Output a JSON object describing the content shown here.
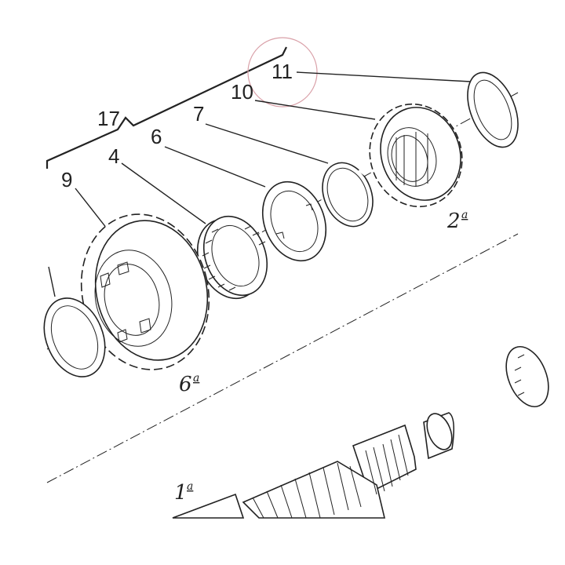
{
  "callouts": {
    "c11": "11",
    "c10": "10",
    "c17": "17",
    "c7": "7",
    "c6": "6",
    "c4": "4",
    "c9": "9"
  },
  "gears": {
    "g2": {
      "num": "2",
      "sup": "a"
    },
    "g6": {
      "num": "6",
      "sup": "a"
    },
    "g1": {
      "num": "1",
      "sup": "a"
    }
  },
  "colors": {
    "ink": "#222222",
    "highlight_circle": "#d9a0a8"
  }
}
